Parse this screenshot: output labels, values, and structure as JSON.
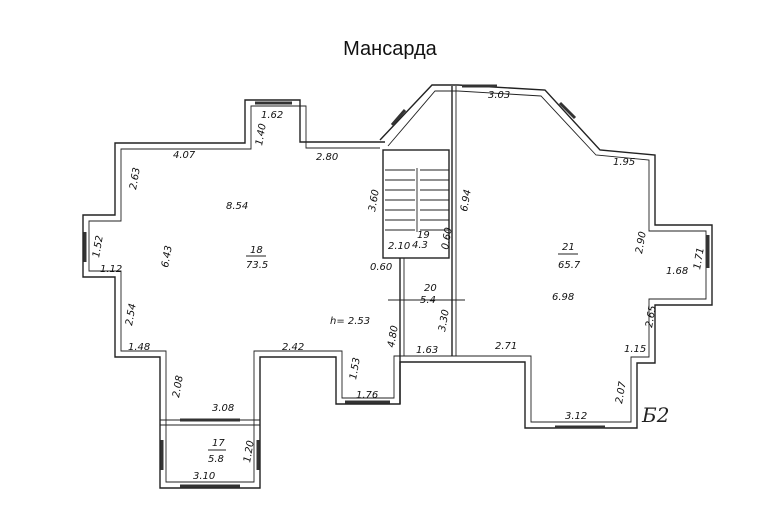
{
  "title": "Мансарда",
  "rooms": [
    {
      "number": "18",
      "area": "73.5"
    },
    {
      "number": "19",
      "area": "4.3"
    },
    {
      "number": "20",
      "area": "5.4"
    },
    {
      "number": "21",
      "area": "65.7"
    },
    {
      "number": "17",
      "area": "5.8"
    }
  ],
  "dimensions": {
    "d_1_62": "1.62",
    "d_1_40": "1.40",
    "d_4_07": "4.07",
    "d_2_80": "2.80",
    "d_2_63": "2.63",
    "d_8_54": "8.54",
    "d_3_60": "3.60",
    "d_6_43": "6.43",
    "d_1_52": "1.52",
    "d_1_12": "1.12",
    "d_2_10": "2.10",
    "d_0_60": "0.60",
    "d_0_60b": "0.60",
    "d_6_94": "6.94",
    "d_3_03": "3.03",
    "d_1_95": "1.95",
    "d_2_90": "2.90",
    "d_1_71": "1.71",
    "d_1_68": "1.68",
    "d_6_98": "6.98",
    "d_2_65": "2.65",
    "d_1_15": "1.15",
    "d_2_07": "2.07",
    "d_3_12": "3.12",
    "d_2_71": "2.71",
    "d_1_63": "1.63",
    "d_3_30": "3.30",
    "d_4_80": "4.80",
    "d_1_53": "1.53",
    "d_1_76": "1.76",
    "d_2_42": "2.42",
    "d_2_54": "2.54",
    "d_1_48": "1.48",
    "d_2_08": "2.08",
    "d_3_08": "3.08",
    "d_1_20": "1.20",
    "d_3_10": "3.10"
  },
  "height_label": "h= 2.53",
  "section_mark": "Б2"
}
